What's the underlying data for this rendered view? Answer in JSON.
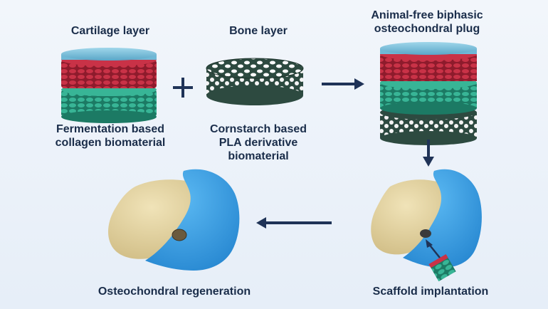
{
  "title_cartilage": "Cartilage layer",
  "title_bone": "Bone layer",
  "title_plug": "Animal-free biphasic\nosteochondral plug",
  "desc_cartilage": "Fermentation based\ncollagen biomaterial",
  "desc_bone": "Cornstarch based\nPLA derivative\nbiomaterial",
  "label_regeneration": "Osteochondral regeneration",
  "label_implantation": "Scaffold implantation",
  "colors": {
    "text": "#1a2d4a",
    "arrow": "#1f3357",
    "collagen_red": "#b8283c",
    "collagen_green": "#2a9c82",
    "cap_blue": "#6fb8d6",
    "bone_dark": "#2d4a40",
    "cartilage_blue": "#2f9ae6",
    "bone_tan": "#e3d3a2"
  }
}
